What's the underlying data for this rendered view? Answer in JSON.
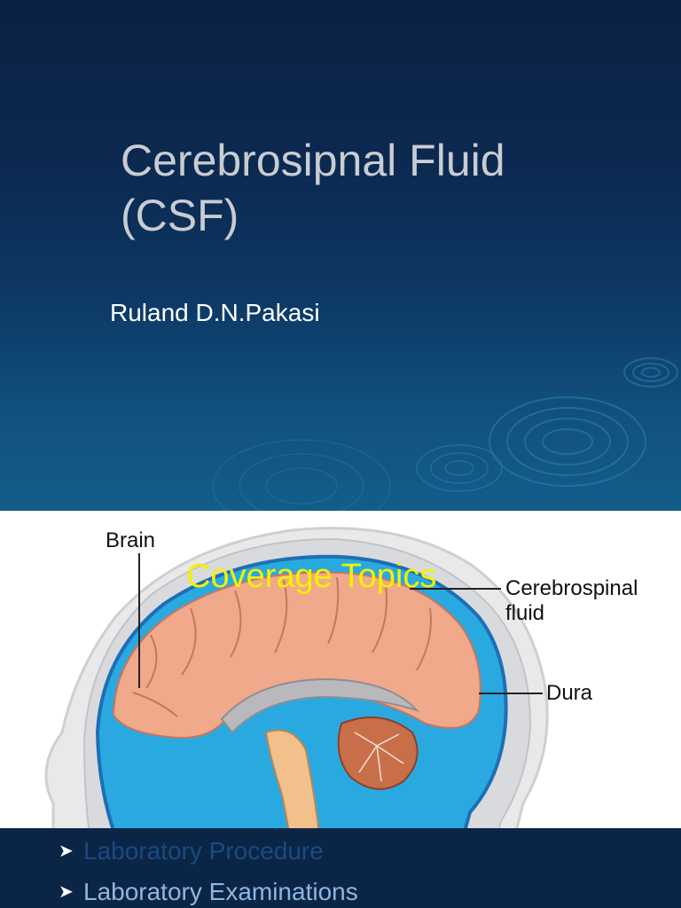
{
  "slide1": {
    "title_line1": "Cerebrosipnal Fluid",
    "title_line2": "(CSF)",
    "author": "Ruland D.N.Pakasi"
  },
  "slide2": {
    "diagram_labels": {
      "brain": "Brain",
      "csf": "Cerebrospinal fluid",
      "dura": "Dura"
    },
    "heading": "Coverage Topics",
    "bullets": [
      "Laboratory Procedure",
      "Laboratory Examinations"
    ]
  },
  "colors": {
    "slide_bg_dark": "#0b2143",
    "slide_bg_light": "#135d8a",
    "title_text": "#c9ccd2",
    "heading_yellow": "#f2f200",
    "csf_blue": "#2aa9e0",
    "brain_salmon": "#f0a98a"
  },
  "icons": [
    "bullet-arrow-icon",
    "ripple-decoration-icon"
  ]
}
